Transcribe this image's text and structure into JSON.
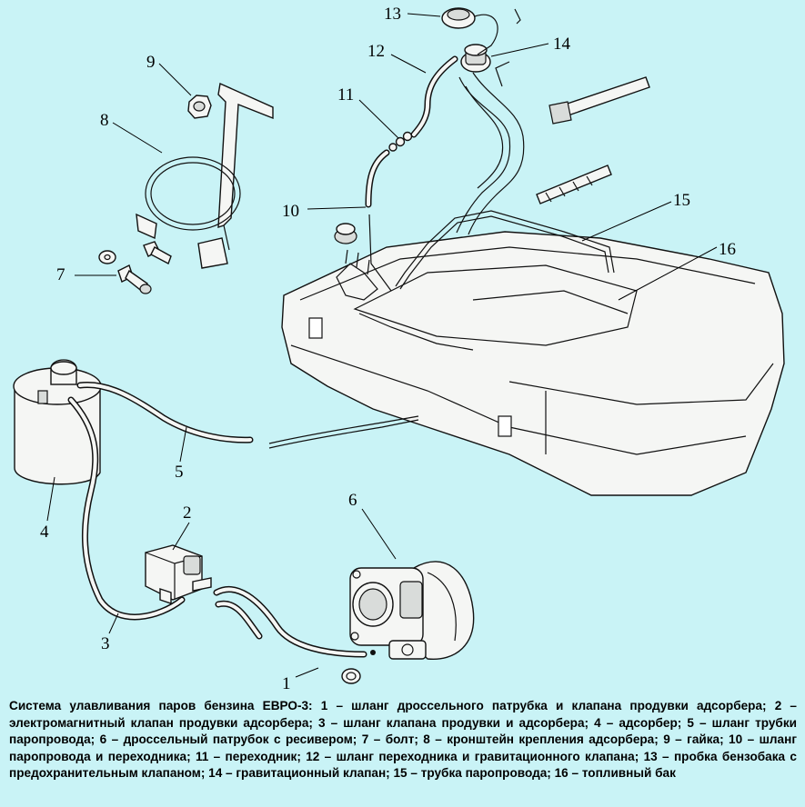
{
  "labels": {
    "n1": "1",
    "n2": "2",
    "n3": "3",
    "n4": "4",
    "n5": "5",
    "n6": "6",
    "n7": "7",
    "n8": "8",
    "n9": "9",
    "n10": "10",
    "n11": "11",
    "n12": "12",
    "n13": "13",
    "n14": "14",
    "n15": "15",
    "n16": "16"
  },
  "caption": "Система улавливания паров бензина ЕВРО-3: 1 – шланг дроссельного патрубка и клапана продувки адсорбера; 2 – электромагнитный клапан продувки адсорбера; 3 – шланг клапана продувки и адсорбера; 4 – адсорбер; 5 – шланг трубки паропровода; 6 – дроссельный патрубок с ресивером; 7 – болт; 8 – кронштейн крепления адсорбера; 9 – гайка; 10 – шланг паропровода и переходника; 11 – переходник; 12 – шланг переходника и гравитационного клапана; 13 – пробка бензобака с предохранительным клапаном; 14 – гравитационный клапан; 15 – трубка паропровода; 16 – топливный бак"
}
